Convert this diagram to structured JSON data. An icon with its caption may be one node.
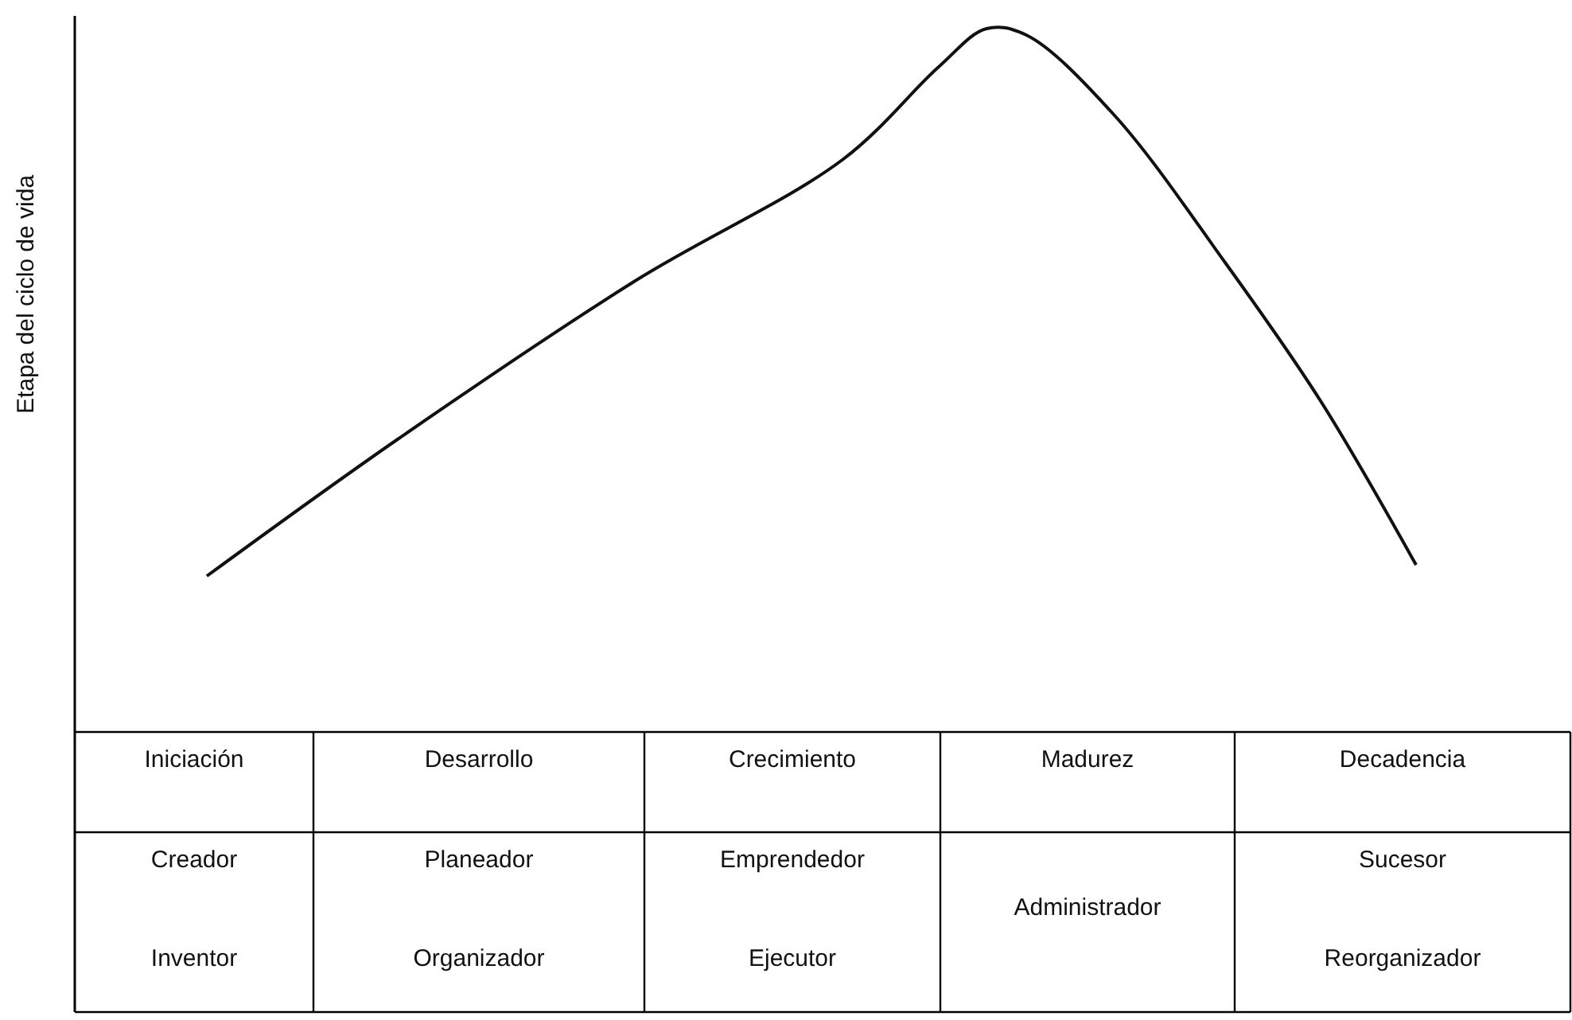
{
  "diagram": {
    "labels": [
      "Etapa del ciclo de vida",
      "Iniciación",
      "Desarrollo",
      "Crecimiento",
      "Madurez",
      "Decadencia",
      "Creador",
      "Planeador",
      "Emprendedor",
      "Administrador",
      "Sucesor",
      "Inventor",
      "Organizador",
      "Ejecutor",
      "Reorganizador"
    ]
  }
}
